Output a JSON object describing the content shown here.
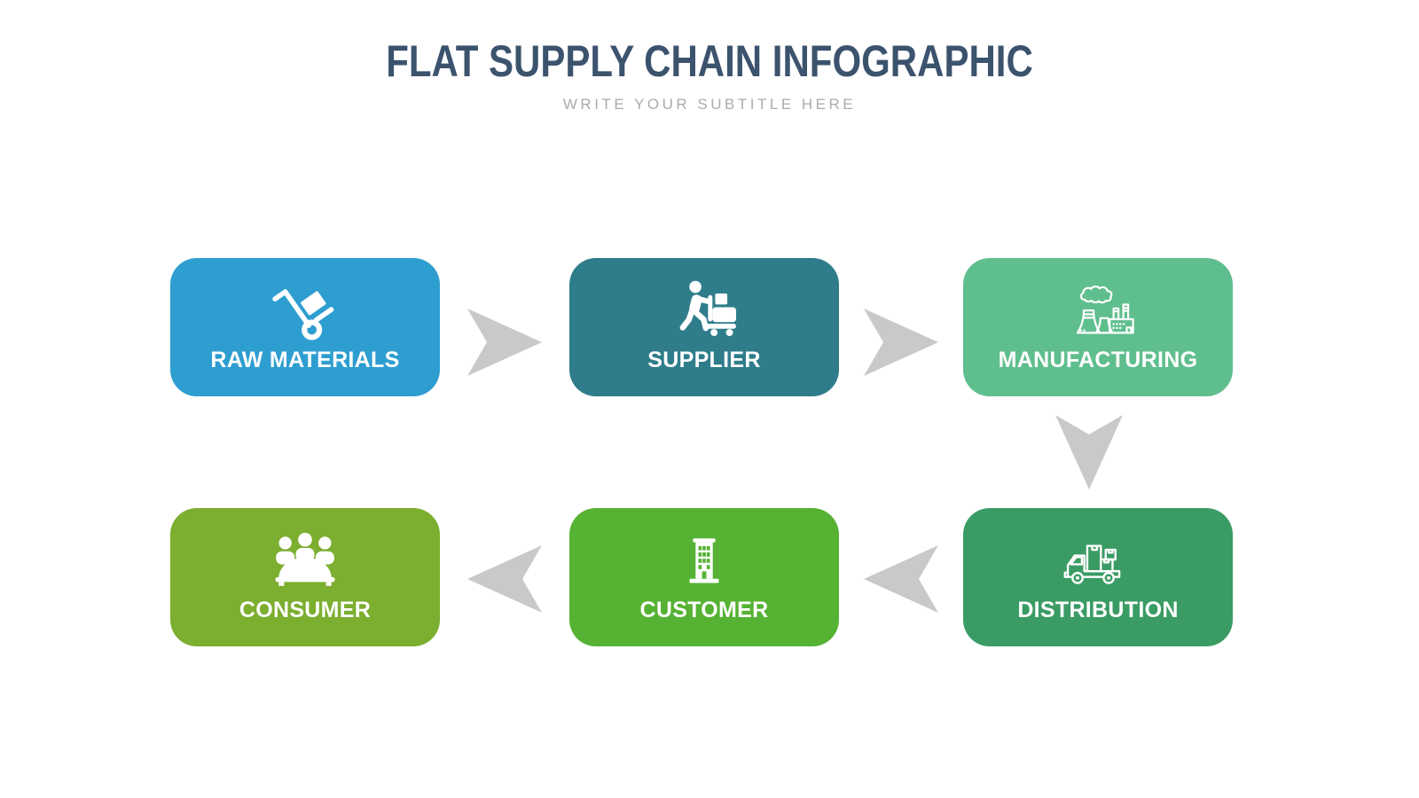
{
  "header": {
    "title": "FLAT SUPPLY CHAIN INFOGRAPHIC",
    "subtitle": "WRITE YOUR SUBTITLE HERE"
  },
  "colors": {
    "title": "#3C536E",
    "subtitle": "#ABABAB",
    "arrow": "#C9C9C9",
    "node_label": "#FFFFFF",
    "background": "#FFFFFF"
  },
  "nodes": [
    {
      "id": "raw-materials",
      "label": "RAW MATERIALS",
      "icon": "hand-truck-icon",
      "color": "#2E9ED1"
    },
    {
      "id": "supplier",
      "label": "SUPPLIER",
      "icon": "worker-pushing-cart-icon",
      "color": "#2F7D8B"
    },
    {
      "id": "manufacturing",
      "label": "MANUFACTURING",
      "icon": "factory-icon",
      "color": "#5FBE8D"
    },
    {
      "id": "consumer",
      "label": "CONSUMER",
      "icon": "people-meeting-icon",
      "color": "#7CAE2F"
    },
    {
      "id": "customer",
      "label": "CUSTOMER",
      "icon": "office-building-icon",
      "color": "#56B233"
    },
    {
      "id": "distribution",
      "label": "DISTRIBUTION",
      "icon": "delivery-truck-icon",
      "color": "#3A9C64"
    }
  ],
  "arrows": [
    {
      "from": "RAW MATERIALS",
      "to": "SUPPLIER",
      "direction": "right"
    },
    {
      "from": "SUPPLIER",
      "to": "MANUFACTURING",
      "direction": "right"
    },
    {
      "from": "MANUFACTURING",
      "to": "DISTRIBUTION",
      "direction": "down"
    },
    {
      "from": "DISTRIBUTION",
      "to": "CUSTOMER",
      "direction": "left"
    },
    {
      "from": "CUSTOMER",
      "to": "CONSUMER",
      "direction": "left"
    }
  ]
}
